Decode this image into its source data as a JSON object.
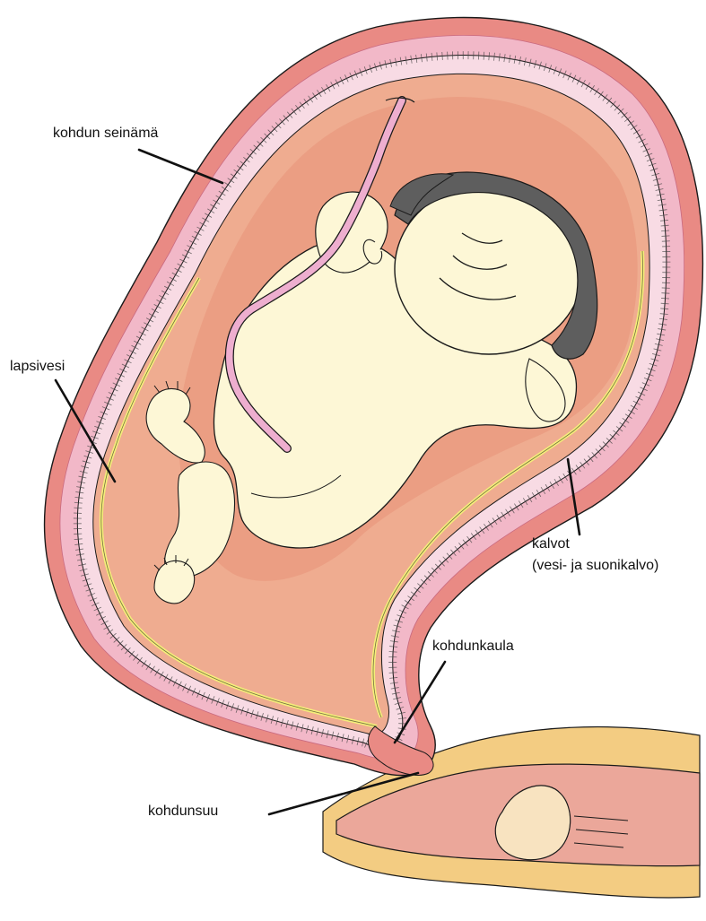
{
  "labels": {
    "uterine_wall": "kohdun seinämä",
    "amniotic_fluid": "lapsivesi",
    "membranes_line1": "kalvot",
    "membranes_line2": "(vesi- ja suonikalvo)",
    "cervix": "kohdunkaula",
    "cervical_os": "kohdunsuu"
  },
  "colors": {
    "outer_wall": "#e98a84",
    "wall_pink": "#f2b8c8",
    "wall_light": "#f8dbe4",
    "myometrium_red": "#ee5a6a",
    "fluid": "#efac90",
    "fluid_dark": "#e89378",
    "membrane": "#f5ee7a",
    "baby_skin": "#fdf7d6",
    "hair": "#5e5e5e",
    "cord": "#eeaecf",
    "outline": "#1a1a1a",
    "tissue_yellow": "#f3cc82",
    "tissue_pink": "#eba79a"
  }
}
